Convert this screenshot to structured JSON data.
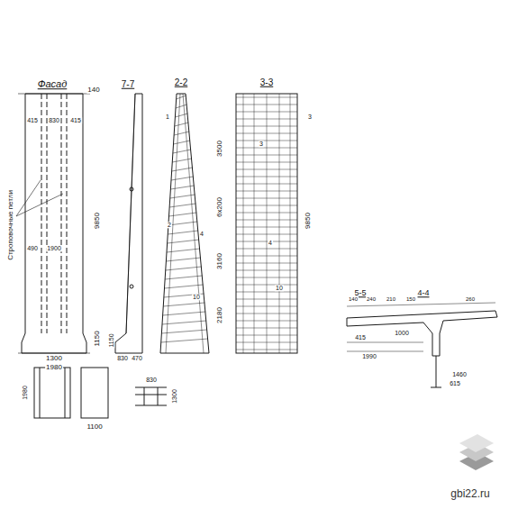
{
  "diagram": {
    "labels": [
      "Фасад",
      "7-7",
      "2-2",
      "3-3",
      "140",
      "415",
      "830",
      "415",
      "490",
      "1900",
      "1300",
      "1980",
      "9850",
      "1150",
      "Строповочные петли",
      "830",
      "470",
      "1150",
      "3500",
      "6х200",
      "3160",
      "2180",
      "1",
      "2",
      "10",
      "4",
      "9850",
      "3",
      "4",
      "10",
      "3",
      "1100",
      "1980",
      "830",
      "1300",
      "5-5",
      "4-4",
      "140",
      "240",
      "210",
      "150",
      "260",
      "415",
      "1990",
      "1000",
      "1460",
      "615",
      "gbi22.ru"
    ]
  }
}
